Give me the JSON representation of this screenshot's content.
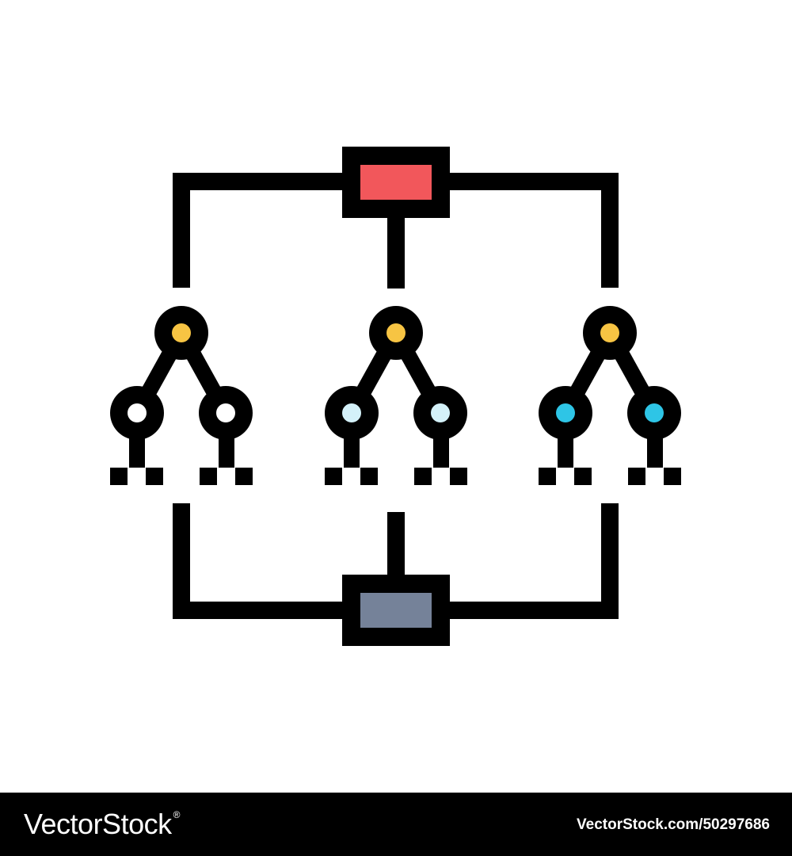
{
  "footer": {
    "brand": "VectorStock",
    "registered_mark": "®",
    "image_id": "VectorStock.com/50297686"
  },
  "colors": {
    "outline": "#000000",
    "top_box_fill": "#f2575b",
    "bottom_box_fill": "#758299",
    "root_node_fill": "#f7c443",
    "tree1_leaf_fill": "#ffffff",
    "tree2_leaf_fill": "#d4f1f9",
    "tree3_leaf_fill": "#2ec5e6",
    "footer_background": "#000000",
    "footer_text": "#ffffff"
  },
  "icons": {
    "top_box": "red-rectangle-node",
    "bottom_box": "gray-rectangle-node",
    "trees": [
      "binary-tree-icon",
      "binary-tree-icon",
      "binary-tree-icon"
    ]
  }
}
